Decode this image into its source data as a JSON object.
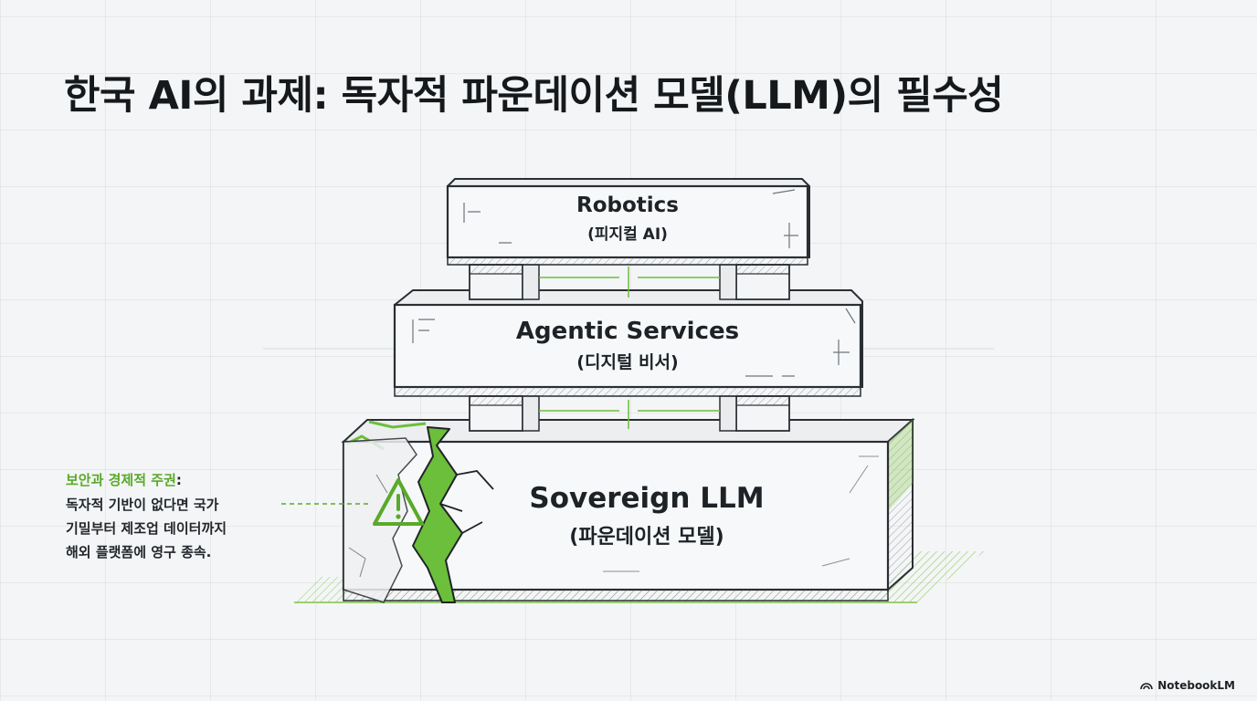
{
  "title": "한국 AI의 과제: 독자적 파운데이션 모델(LLM)의 필수성",
  "blocks": {
    "top": {
      "name": "Robotics",
      "sub": "(피지컬 AI)"
    },
    "middle": {
      "name": "Agentic Services",
      "sub": "(디지털 비서)"
    },
    "bottom": {
      "name": "Sovereign LLM",
      "sub": "(파운데이션 모델)"
    }
  },
  "callout": {
    "heading": "보안과 경제적 주권",
    "colon": ":",
    "lines": [
      "독자적 기반이 없다면 국가",
      "기밀부터 제조업 데이터까지",
      "해외 플랫폼에 영구 종속."
    ]
  },
  "warning_icon": "warning-triangle-icon",
  "brand": {
    "icon": "notebooklm-icon",
    "name": "NotebookLM"
  },
  "colors": {
    "accent": "#5aa92a",
    "ink": "#2a2e33",
    "background": "#f4f5f6"
  }
}
